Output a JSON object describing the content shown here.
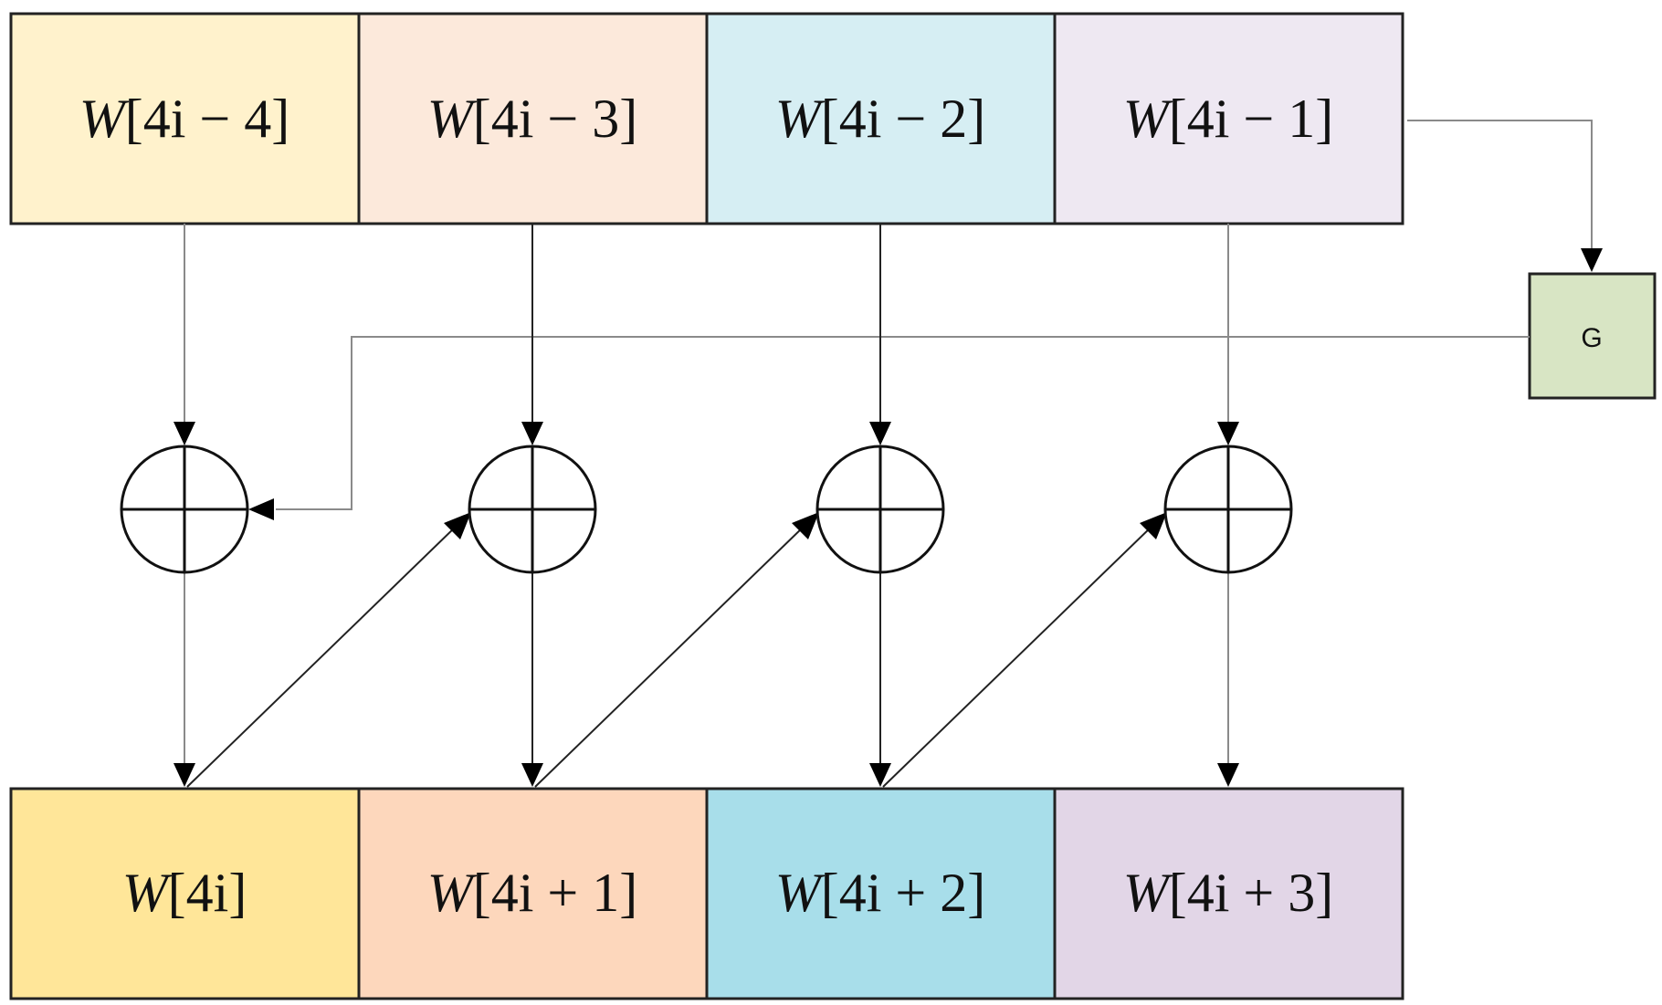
{
  "input_words": [
    {
      "var": "W",
      "index": "[4i − 4]",
      "color": "#FFF2CC"
    },
    {
      "var": "W",
      "index": "[4i − 3]",
      "color": "#FCE9DB"
    },
    {
      "var": "W",
      "index": "[4i − 2]",
      "color": "#D6EEF3"
    },
    {
      "var": "W",
      "index": "[4i − 1]",
      "color": "#EEE8F2"
    }
  ],
  "output_words": [
    {
      "var": "W",
      "index": "[4i]",
      "color": "#FFE699"
    },
    {
      "var": "W",
      "index": "[4i + 1]",
      "color": "#FDD7BC"
    },
    {
      "var": "W",
      "index": "[4i + 2]",
      "color": "#A8DEEA"
    },
    {
      "var": "W",
      "index": "[4i + 3]",
      "color": "#E2D6E7"
    }
  ],
  "g_box": {
    "label": "G",
    "color": "#D8E5C4"
  },
  "xor_count": 4
}
